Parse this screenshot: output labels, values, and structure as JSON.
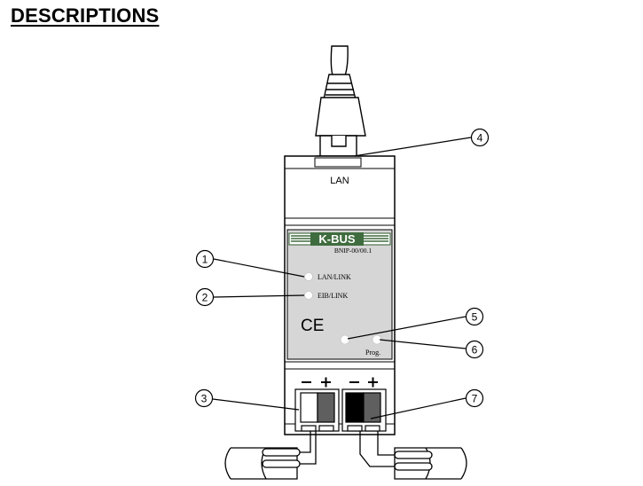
{
  "title": "DESCRIPTIONS",
  "device": {
    "brand": "K-BUS",
    "model": "BNIP-00/00.1",
    "port_label": "LAN",
    "ce_mark": "CE"
  },
  "leds": [
    {
      "label": "LAN/LINK"
    },
    {
      "label": "EIB/LINK"
    }
  ],
  "prog_label": "Prog.",
  "terminal_signs": {
    "minus": "−",
    "plus": "+"
  },
  "callouts": [
    {
      "number": "1"
    },
    {
      "number": "2"
    },
    {
      "number": "3"
    },
    {
      "number": "4"
    },
    {
      "number": "5"
    },
    {
      "number": "6"
    },
    {
      "number": "7"
    }
  ],
  "colors": {
    "front_panel": "#d6d6d6",
    "brand_band": "#3f6c3f",
    "outline": "#000000"
  }
}
